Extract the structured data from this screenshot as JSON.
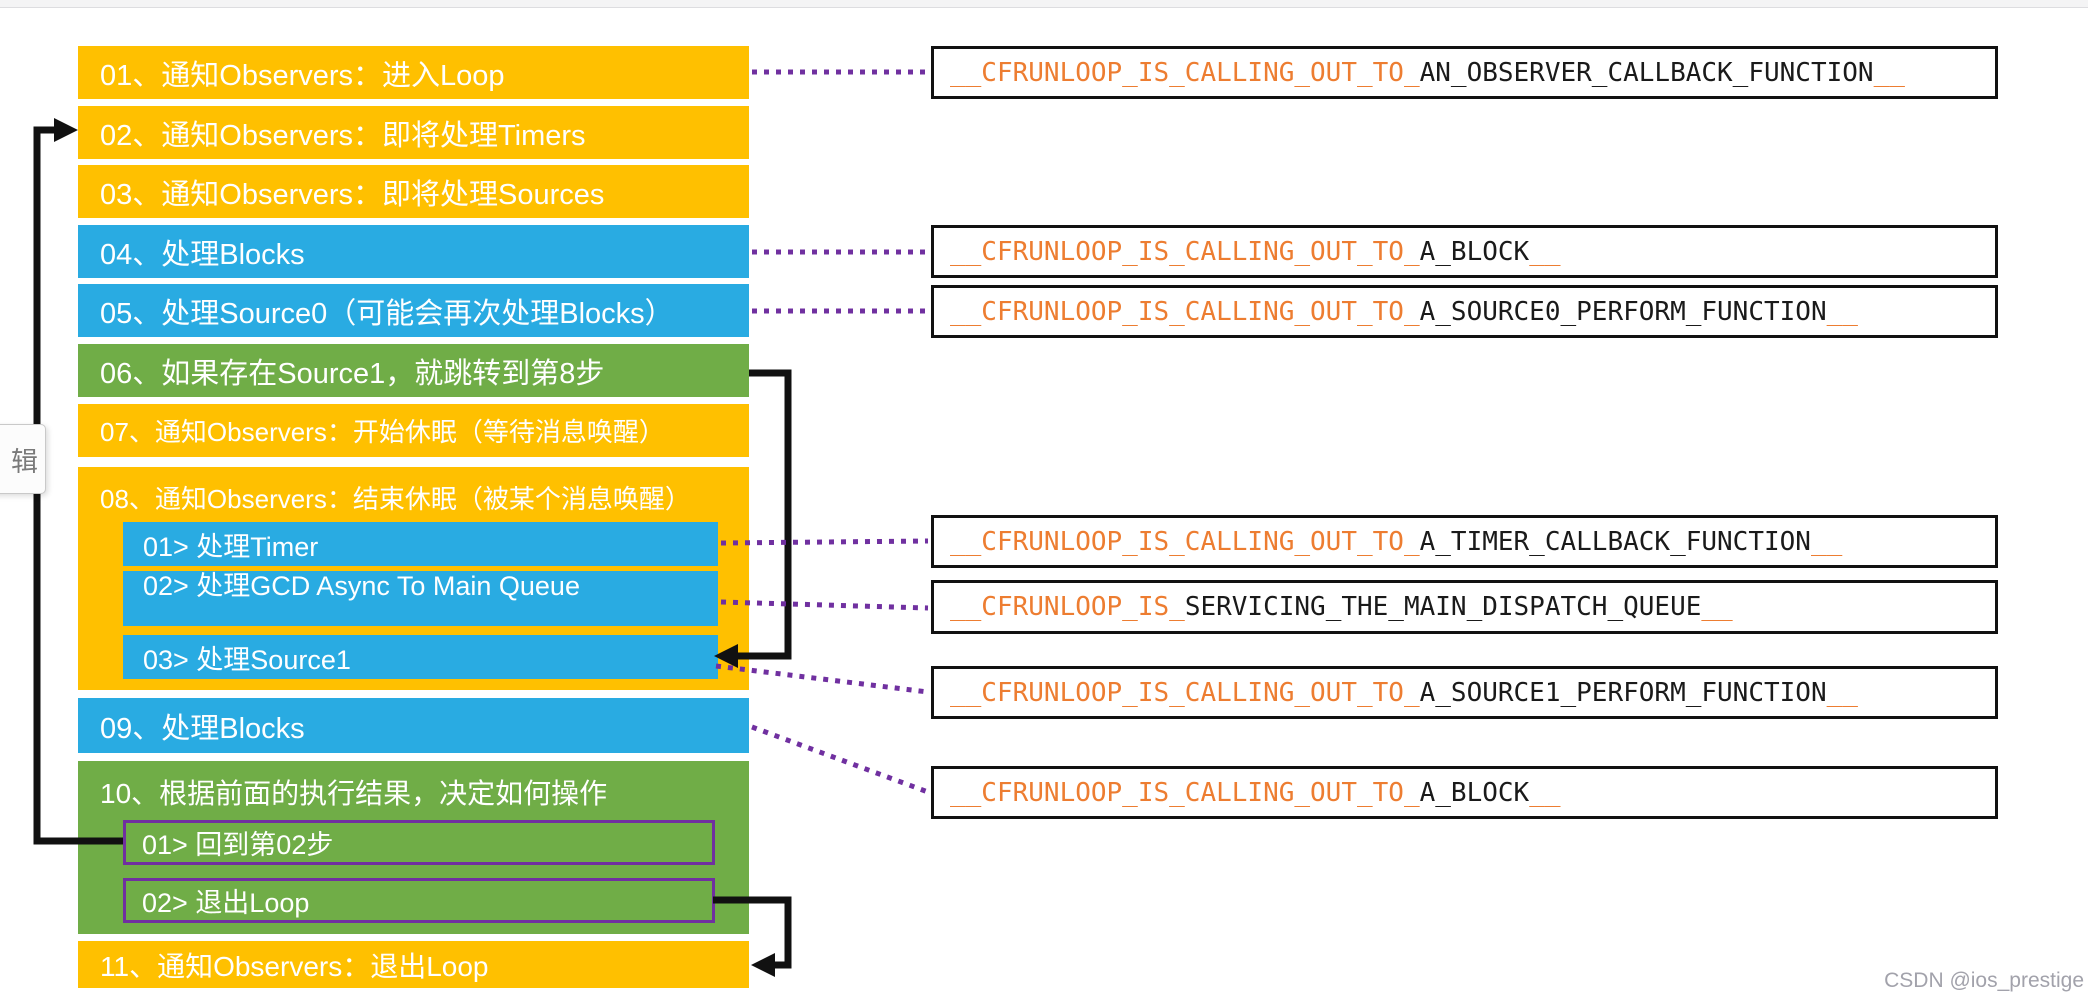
{
  "colors": {
    "step_yellow": "#FFC000",
    "step_blue": "#29ABE2",
    "step_green": "#70AD47",
    "outline_purple": "#7030A0",
    "callback_orange": "#ED7D31",
    "arrow_black": "#111111"
  },
  "flow": {
    "steps": [
      {
        "label": "01、通知Observers：进入Loop"
      },
      {
        "label": "02、通知Observers：即将处理Timers"
      },
      {
        "label": "03、通知Observers：即将处理Sources"
      },
      {
        "label": "04、处理Blocks"
      },
      {
        "label": "05、处理Source0（可能会再次处理Blocks）"
      },
      {
        "label": "06、如果存在Source1，就跳转到第8步"
      },
      {
        "label": "07、通知Observers：开始休眠（等待消息唤醒）"
      },
      {
        "label": "08、通知Observers：结束休眠（被某个消息唤醒）",
        "sub_items": [
          {
            "label": "01> 处理Timer"
          },
          {
            "label": "02> 处理GCD Async To Main Queue"
          },
          {
            "label": "03> 处理Source1"
          }
        ]
      },
      {
        "label": "09、处理Blocks"
      },
      {
        "label": "10、根据前面的执行结果，决定如何操作",
        "sub_items": [
          {
            "label": "01> 回到第02步"
          },
          {
            "label": "02> 退出Loop"
          }
        ]
      },
      {
        "label": "11、通知Observers：退出Loop"
      }
    ]
  },
  "callbacks": [
    {
      "prefix": "__CFRUNLOOP_IS_CALLING_OUT_TO_",
      "function": "AN_OBSERVER_CALLBACK_FUNCTION",
      "suffix": "__"
    },
    {
      "prefix": "__CFRUNLOOP_IS_CALLING_OUT_TO_",
      "function": "A_BLOCK",
      "suffix": "__"
    },
    {
      "prefix": "__CFRUNLOOP_IS_CALLING_OUT_TO_",
      "function": "A_SOURCE0_PERFORM_FUNCTION",
      "suffix": "__"
    },
    {
      "prefix": "__CFRUNLOOP_IS_CALLING_OUT_TO_",
      "function": "A_TIMER_CALLBACK_FUNCTION",
      "suffix": "__"
    },
    {
      "prefix": "__CFRUNLOOP_IS_",
      "function": "SERVICING_THE_MAIN_DISPATCH_QUEUE",
      "suffix": "__"
    },
    {
      "prefix": "__CFRUNLOOP_IS_CALLING_OUT_TO_",
      "function": "A_SOURCE1_PERFORM_FUNCTION",
      "suffix": "__"
    },
    {
      "prefix": "__CFRUNLOOP_IS_CALLING_OUT_TO_",
      "function": "A_BLOCK",
      "suffix": "__"
    }
  ],
  "edit_tab": {
    "label": "辑"
  },
  "watermark": {
    "text": "CSDN @ios_prestige"
  }
}
